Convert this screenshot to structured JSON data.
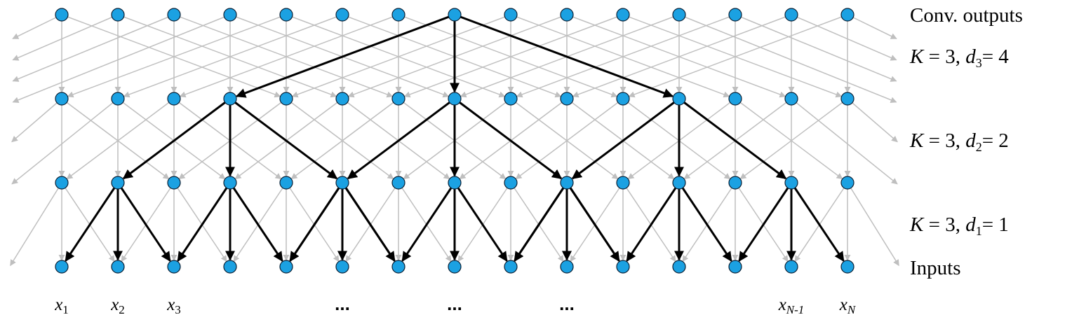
{
  "labels": {
    "top": "Conv. outputs",
    "layer3": {
      "k": "K",
      "rest": " = 3, ",
      "d": "d",
      "sub": "3",
      "val": "= 4"
    },
    "layer2": {
      "k": "K",
      "rest": " = 3, ",
      "d": "d",
      "sub": "2",
      "val": "= 2"
    },
    "layer1": {
      "k": "K",
      "rest": " = 3, ",
      "d": "d",
      "sub": "1",
      "val": "= 1"
    },
    "bottom": "Inputs"
  },
  "x_labels": [
    {
      "base": "x",
      "sub": "1",
      "col": 0
    },
    {
      "base": "x",
      "sub": "2",
      "col": 1
    },
    {
      "base": "x",
      "sub": "3",
      "col": 2
    },
    {
      "base": "x",
      "sub": "N-1",
      "col": 13
    },
    {
      "base": "x",
      "sub": "N",
      "col": 14
    }
  ],
  "ellipses": [
    {
      "text": "...",
      "col": 5
    },
    {
      "text": "...",
      "col": 7
    },
    {
      "text": "...",
      "col": 9
    }
  ],
  "network": {
    "columns": 15,
    "layers": 4,
    "dilations": [
      1,
      2,
      4
    ],
    "kernel": 3,
    "receptive_path_root": {
      "layer": 3,
      "col": 7
    }
  },
  "colors": {
    "node_fill": "#1ba1e2",
    "node_stroke": "#0b1f33",
    "edge_gray": "#bfbfbf",
    "edge_dark": "#000000"
  }
}
